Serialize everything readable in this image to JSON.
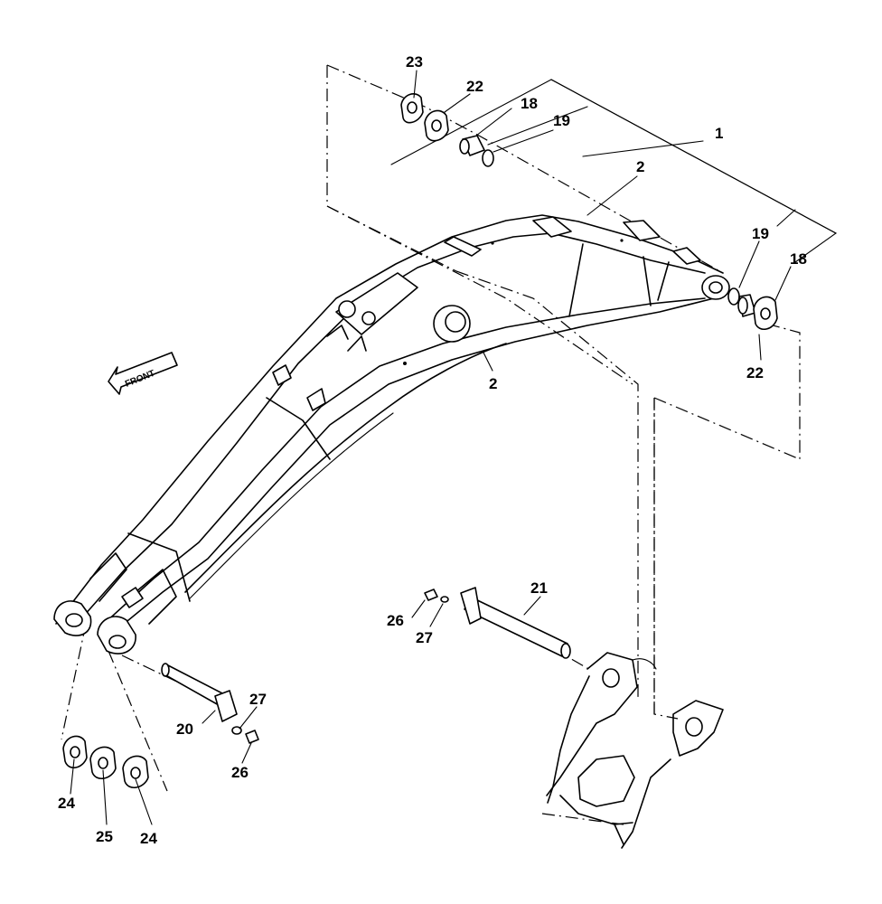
{
  "front_indicator": "FRONT",
  "callouts": [
    {
      "id": "c23a",
      "text": "23"
    },
    {
      "id": "c22a",
      "text": "22"
    },
    {
      "id": "c18a",
      "text": "18"
    },
    {
      "id": "c19a",
      "text": "19"
    },
    {
      "id": "c1",
      "text": "1"
    },
    {
      "id": "c2a",
      "text": "2"
    },
    {
      "id": "c19b",
      "text": "19"
    },
    {
      "id": "c18b",
      "text": "18"
    },
    {
      "id": "c22b",
      "text": "22"
    },
    {
      "id": "c2b",
      "text": "2"
    },
    {
      "id": "c21",
      "text": "21"
    },
    {
      "id": "c26a",
      "text": "26"
    },
    {
      "id": "c27a",
      "text": "27"
    },
    {
      "id": "c27b",
      "text": "27"
    },
    {
      "id": "c20",
      "text": "20"
    },
    {
      "id": "c26b",
      "text": "26"
    },
    {
      "id": "c24a",
      "text": "24"
    },
    {
      "id": "c25",
      "text": "25"
    },
    {
      "id": "c24b",
      "text": "24"
    }
  ]
}
